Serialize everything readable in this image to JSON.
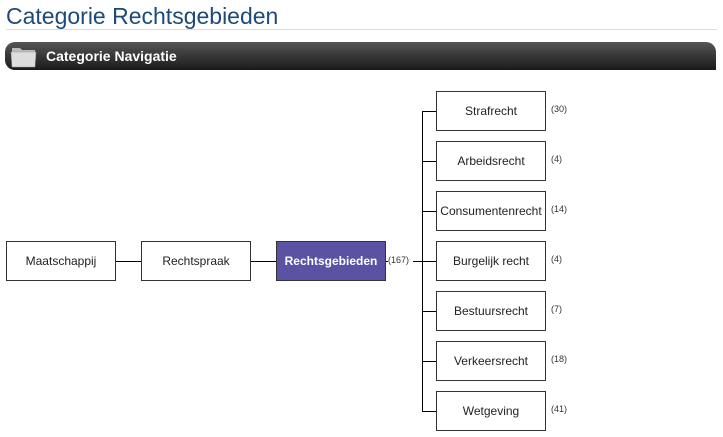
{
  "page": {
    "title": "Categorie Rechtsgebieden"
  },
  "panel": {
    "title": "Categorie Navigatie",
    "icon": "folder-icon"
  },
  "path": [
    {
      "label": "Maatschappij"
    },
    {
      "label": "Rechtspraak"
    },
    {
      "label": "Rechtsgebieden",
      "count": "(167)",
      "active": true
    }
  ],
  "children": [
    {
      "label": "Strafrecht",
      "count": "(30)"
    },
    {
      "label": "Arbeidsrecht",
      "count": "(4)"
    },
    {
      "label": "Consumentenrecht",
      "count": "(14)"
    },
    {
      "label": "Burgelijk recht",
      "count": "(4)"
    },
    {
      "label": "Bestuursrecht",
      "count": "(7)"
    },
    {
      "label": "Verkeersrecht",
      "count": "(18)"
    },
    {
      "label": "Wetgeving",
      "count": "(41)"
    }
  ],
  "colors": {
    "active": "#5a52a3",
    "title": "#1d4a78"
  }
}
